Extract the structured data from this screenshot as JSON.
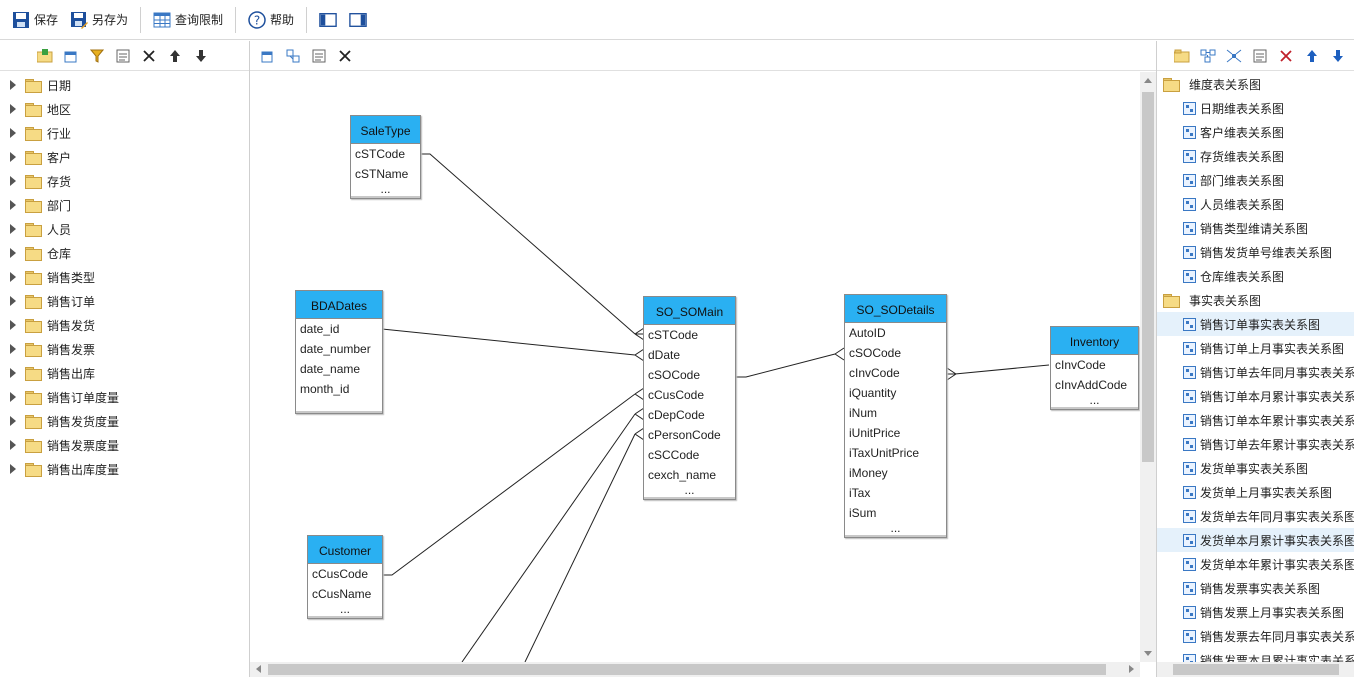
{
  "toolbar": {
    "save": "保存",
    "save_as": "另存为",
    "query_limit": "查询限制",
    "help": "帮助"
  },
  "left_tree": {
    "items": [
      "日期",
      "地区",
      "行业",
      "客户",
      "存货",
      "部门",
      "人员",
      "仓库",
      "销售类型",
      "销售订单",
      "销售发货",
      "销售发票",
      "销售出库",
      "销售订单度量",
      "销售发货度量",
      "销售发票度量",
      "销售出库度量"
    ]
  },
  "entities": {
    "saletype": {
      "title": "SaleType",
      "fields": [
        "cSTCode",
        "cSTName"
      ],
      "more": "..."
    },
    "bdadates": {
      "title": "BDADates",
      "fields": [
        "date_id",
        "date_number",
        "date_name",
        "month_id"
      ]
    },
    "customer": {
      "title": "Customer",
      "fields": [
        "cCusCode",
        "cCusName"
      ],
      "more": "..."
    },
    "so_somain": {
      "title": "SO_SOMain",
      "fields": [
        "cSTCode",
        "dDate",
        "cSOCode",
        "cCusCode",
        "cDepCode",
        "cPersonCode",
        "cSCCode",
        "cexch_name"
      ],
      "more": "..."
    },
    "so_sodetails": {
      "title": "SO_SODetails",
      "fields": [
        "AutoID",
        "cSOCode",
        "cInvCode",
        "iQuantity",
        "iNum",
        "iUnitPrice",
        "iTaxUnitPrice",
        "iMoney",
        "iTax",
        "iSum"
      ],
      "more": "..."
    },
    "inventory": {
      "title": "Inventory",
      "fields": [
        "cInvCode",
        "cInvAddCode"
      ],
      "more": "..."
    }
  },
  "right_tree": {
    "dim_group": "维度表关系图",
    "dim_items": [
      "日期维表关系图",
      "客户维表关系图",
      "存货维表关系图",
      "部门维表关系图",
      "人员维表关系图",
      "销售类型维请关系图",
      "销售发货单号维表关系图",
      "仓库维表关系图"
    ],
    "fact_group": "事实表关系图",
    "fact_items": [
      "销售订单事实表关系图",
      "销售订单上月事实表关系图",
      "销售订单去年同月事实表关系",
      "销售订单本月累计事实表关系",
      "销售订单本年累计事实表关系",
      "销售订单去年累计事实表关系",
      "发货单事实表关系图",
      "发货单上月事实表关系图",
      "发货单去年同月事实表关系图",
      "发货单本月累计事实表关系图",
      "发货单本年累计事实表关系图",
      "销售发票事实表关系图",
      "销售发票上月事实表关系图",
      "销售发票去年同月事实表关系",
      "销售发票本月累计事实表关系"
    ],
    "selected": [
      0,
      9
    ]
  },
  "colors": {
    "entity_header": "#2ab0f2",
    "selection": "#e5f1fb"
  }
}
